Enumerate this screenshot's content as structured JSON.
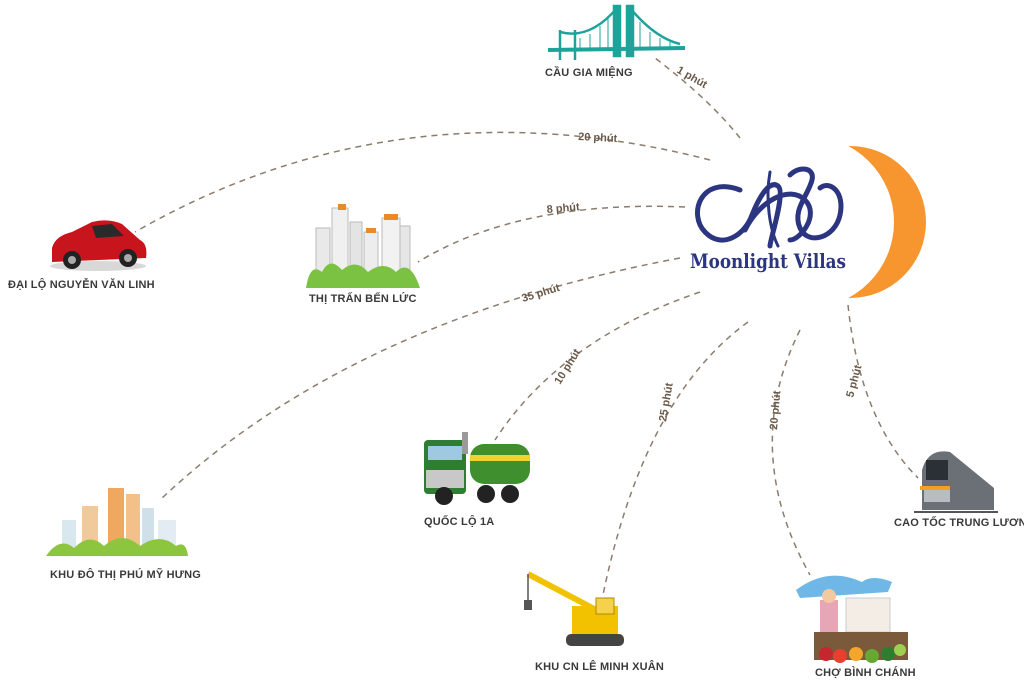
{
  "hub": {
    "brand": "Moonlight Villas",
    "colors": {
      "moon": "#f7952f",
      "ink": "#2c3580"
    }
  },
  "destinations": [
    {
      "id": "cau-gia-mieng",
      "label": "CẦU GIA MIỆNG",
      "time": "1 phút",
      "icon": "bridge-icon"
    },
    {
      "id": "dai-lo-nguyen-van-linh",
      "label": "ĐẠI LỘ NGUYỄN VĂN LINH",
      "time": "20 phút",
      "icon": "car-icon"
    },
    {
      "id": "thi-tran-ben-luc",
      "label": "THỊ TRẤN BẾN LỨC",
      "time": "8 phút",
      "icon": "town-icon"
    },
    {
      "id": "khu-do-thi-phu-my-hung",
      "label": "KHU ĐÔ THỊ PHÚ MỸ HƯNG",
      "time": "35 phút",
      "icon": "city-icon"
    },
    {
      "id": "quoc-lo-1a",
      "label": "QUỐC LỘ 1A",
      "time": "10 phút",
      "icon": "truck-icon"
    },
    {
      "id": "khu-cn-le-minh-xuan",
      "label": "KHU CN LÊ MINH XUÂN",
      "time": "25 phút",
      "icon": "crane-icon"
    },
    {
      "id": "cho-binh-chanh",
      "label": "CHỢ BÌNH CHÁNH",
      "time": "20 phút",
      "icon": "market-icon"
    },
    {
      "id": "cao-toc-trung-luong",
      "label": "CAO TỐC TRUNG LƯƠNG",
      "time": "5 phút",
      "icon": "train-icon"
    }
  ]
}
